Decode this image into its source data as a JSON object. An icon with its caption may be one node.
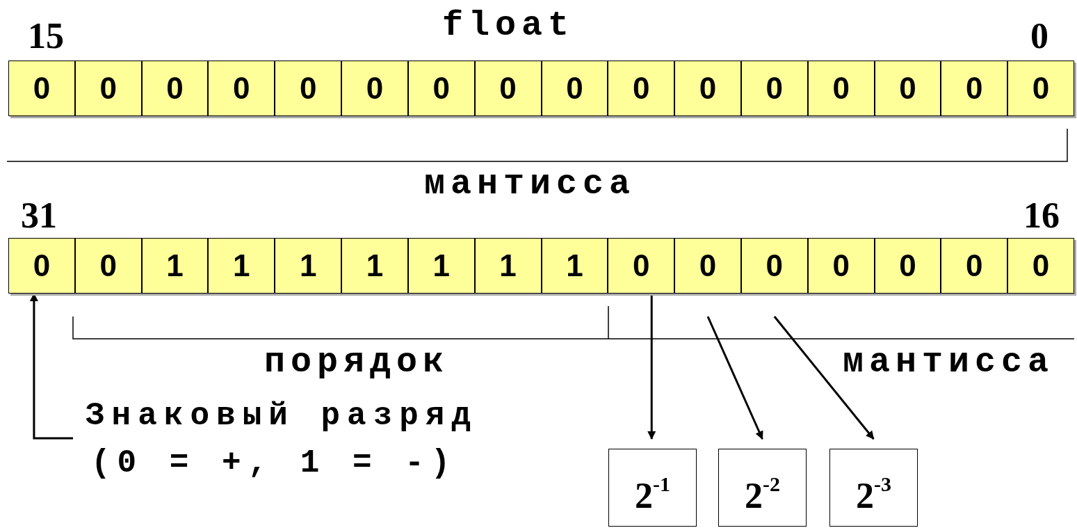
{
  "diagram": {
    "nodes": [
      {
        "text": [
          "0"
        ]
      },
      {
        "text": [
          "0"
        ]
      },
      {
        "text": [
          "0"
        ]
      },
      {
        "text": [
          "0"
        ]
      },
      {
        "text": [
          "0"
        ]
      },
      {
        "text": [
          "0"
        ]
      },
      {
        "text": [
          "0"
        ]
      },
      {
        "text": [
          "0"
        ]
      },
      {
        "text": [
          "0"
        ]
      },
      {
        "text": [
          "0"
        ]
      },
      {
        "text": [
          "0"
        ]
      },
      {
        "text": [
          "0"
        ]
      },
      {
        "text": [
          "0"
        ]
      },
      {
        "text": [
          "0"
        ]
      },
      {
        "text": [
          "0"
        ]
      },
      {
        "text": [
          "0"
        ]
      },
      {
        "text": [
          "0"
        ]
      },
      {
        "text": [
          "0"
        ]
      },
      {
        "text": [
          "1"
        ]
      },
      {
        "text": [
          "1"
        ]
      },
      {
        "text": [
          "1"
        ]
      },
      {
        "text": [
          "1"
        ]
      },
      {
        "text": [
          "1"
        ]
      },
      {
        "text": [
          "1"
        ]
      },
      {
        "text": [
          "1"
        ]
      },
      {
        "text": [
          "0"
        ]
      },
      {
        "text": [
          "0"
        ]
      },
      {
        "text": [
          "0"
        ]
      },
      {
        "text": [
          "0"
        ]
      },
      {
        "text": [
          "0"
        ]
      },
      {
        "text": [
          "0"
        ]
      },
      {
        "text": [
          "0"
        ]
      },
      {
        "text": [
          "Знаковый разряд",
          "(0 = +, 1 = -)"
        ]
      },
      {
        "text": [
          "2$^{-1}$"
        ]
      },
      {
        "text": [
          "2$^{-2}$"
        ]
      },
      {
        "text": [
          "2$^{-3}$"
        ]
      }
    ],
    "edges": [
      {
        "from": 32,
        "to": 16,
        "arrow": "to"
      },
      {
        "from": 25,
        "to": 33,
        "arrow": "to"
      },
      {
        "from": 26,
        "to": 34,
        "arrow": "to"
      },
      {
        "from": 27,
        "to": 35,
        "arrow": "to"
      }
    ],
    "labels": [
      "15",
      "float",
      "0",
      "мантисса",
      "31",
      "16",
      "порядок",
      "мантисса"
    ]
  }
}
